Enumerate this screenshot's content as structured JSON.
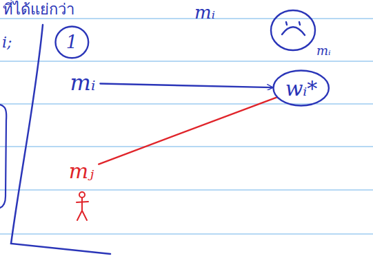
{
  "diagram": {
    "nodes": [
      {
        "text": [
          "1"
        ]
      },
      {
        "text": [
          "mᵢ"
        ]
      },
      {
        "text": [
          "mᵢ"
        ]
      },
      {
        "text": [
          "wᵢ*"
        ]
      },
      {
        "text": [
          "mⱼ"
        ]
      }
    ],
    "edges": [
      {
        "from": 2,
        "to": 3,
        "arrow": "to"
      },
      {
        "from": 4,
        "to": 3,
        "arrow": "none"
      }
    ],
    "labels": [
      "ที่ได้แย่กว่า",
      "mᵢ",
      "i;"
    ]
  }
}
